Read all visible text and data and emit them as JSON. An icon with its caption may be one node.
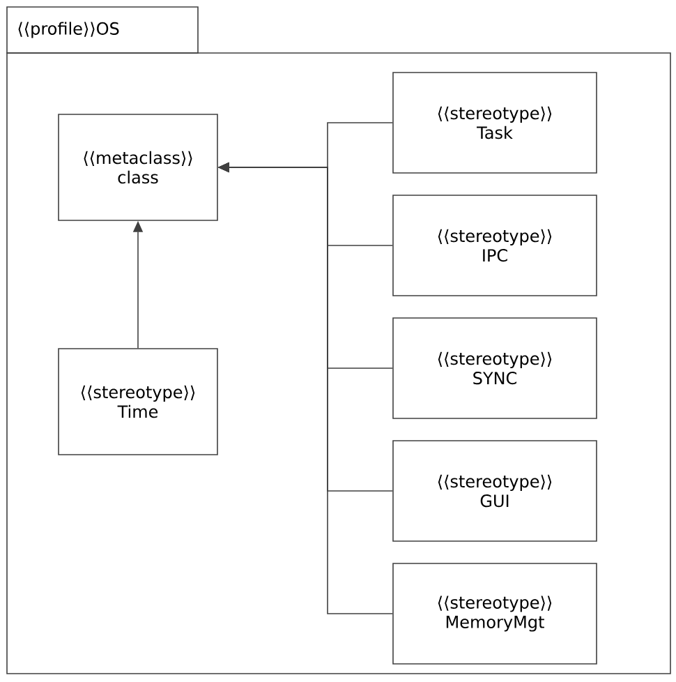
{
  "diagram": {
    "nodes": [
      {
        "text": [
          "⟨⟨profile⟩⟩OS"
        ]
      },
      {
        "text": [
          "⟨⟨metaclass⟩⟩",
          "class"
        ],
        "in": 0
      },
      {
        "text": [
          "⟨⟨stereotype⟩⟩",
          "Time"
        ],
        "in": 0
      },
      {
        "text": [
          "⟨⟨stereotype⟩⟩",
          "Task"
        ],
        "in": 0
      },
      {
        "text": [
          "⟨⟨stereotype⟩⟩",
          "IPC"
        ],
        "in": 0
      },
      {
        "text": [
          "⟨⟨stereotype⟩⟩",
          "SYNC"
        ],
        "in": 0
      },
      {
        "text": [
          "⟨⟨stereotype⟩⟩",
          "GUI"
        ],
        "in": 0
      },
      {
        "text": [
          "⟨⟨stereotype⟩⟩",
          "MemoryMgt"
        ],
        "in": 0
      }
    ],
    "edges": [
      {
        "from": 2,
        "to": 1,
        "arrow": "to"
      },
      {
        "from": 3,
        "to": 1,
        "arrow": "to"
      },
      {
        "from": 4,
        "to": 1,
        "arrow": "to"
      },
      {
        "from": 5,
        "to": 1,
        "arrow": "to"
      },
      {
        "from": 6,
        "to": 1,
        "arrow": "to"
      },
      {
        "from": 7,
        "to": 1,
        "arrow": "to"
      }
    ]
  }
}
